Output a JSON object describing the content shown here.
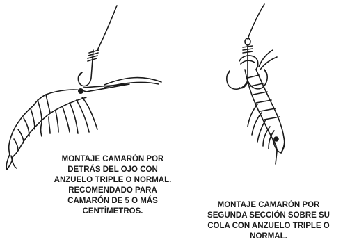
{
  "panels": [
    {
      "id": "eye",
      "caption_lines": [
        "MONTAJE CAMARÓN POR",
        "DETRÁS DEL OJO CON",
        "ANZUELO TRIPLE  O NORMAL.",
        "RECOMENDADO PARA",
        "CAMARÓN DE 5 O MÁS",
        "CENTÍMETROS."
      ]
    },
    {
      "id": "tail",
      "caption_lines": [
        "MONTAJE CAMARÓN POR",
        "SEGUNDA SECCIÓN SOBRE SU",
        "COLA CON ANZUELO TRIPLE O",
        "NORMAL."
      ]
    }
  ],
  "colors": {
    "ink": "#1a1a1a",
    "background": "#ffffff"
  }
}
